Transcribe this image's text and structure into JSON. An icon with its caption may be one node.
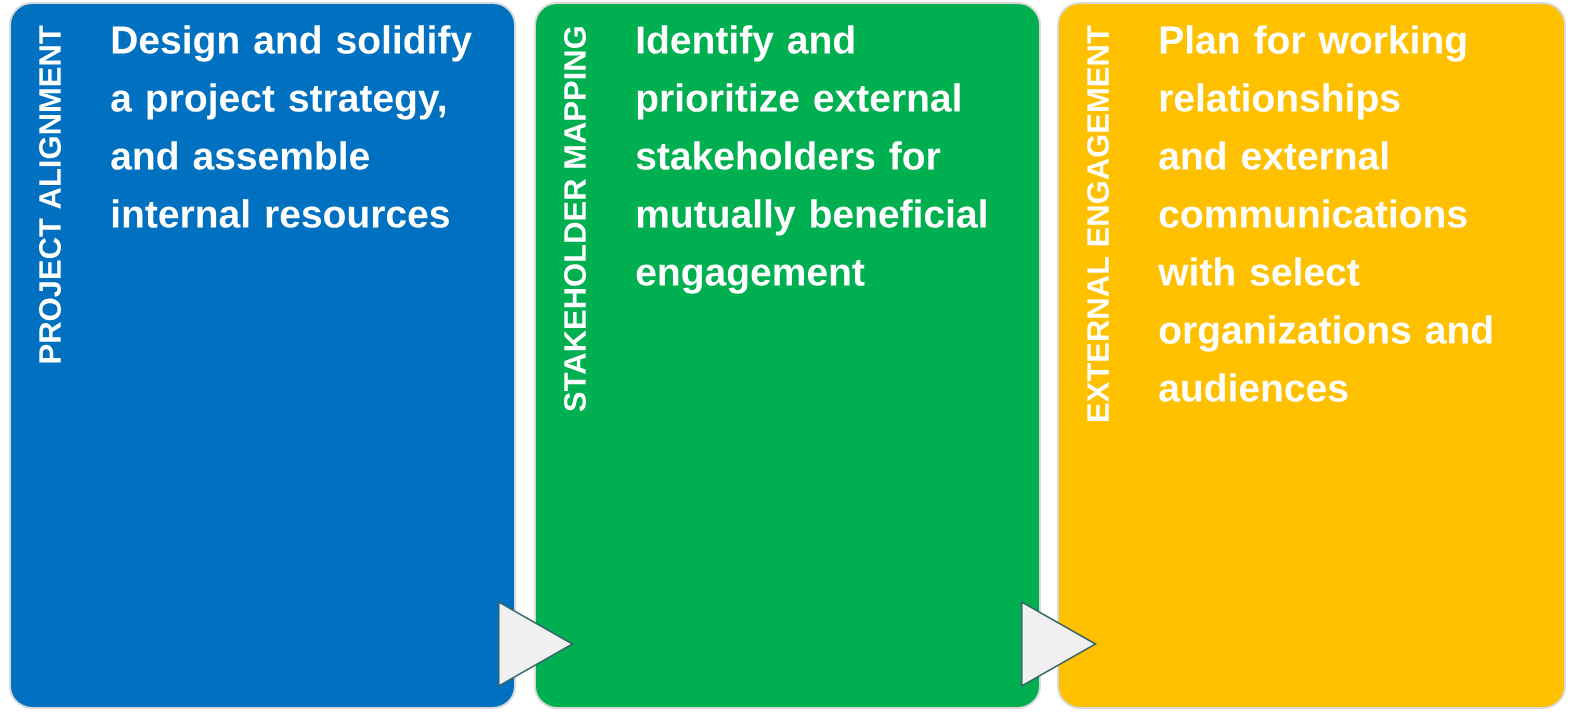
{
  "diagram": {
    "nodes": [
      {
        "text": [
          "PROJECT ALIGNMENT",
          "Design and solidify a project strategy, and assemble internal resources"
        ]
      },
      {
        "text": [
          "STAKEHOLDER MAPPING",
          "Identify and prioritize external stakeholders for mutually beneficial engagement"
        ]
      },
      {
        "text": [
          "EXTERNAL ENGAGEMENT",
          "Plan for working relationships and external communications with select organizations and audiences"
        ]
      }
    ],
    "edges": [
      {
        "from": 0,
        "to": 1,
        "arrow": "to"
      },
      {
        "from": 1,
        "to": 2,
        "arrow": "to"
      }
    ]
  }
}
